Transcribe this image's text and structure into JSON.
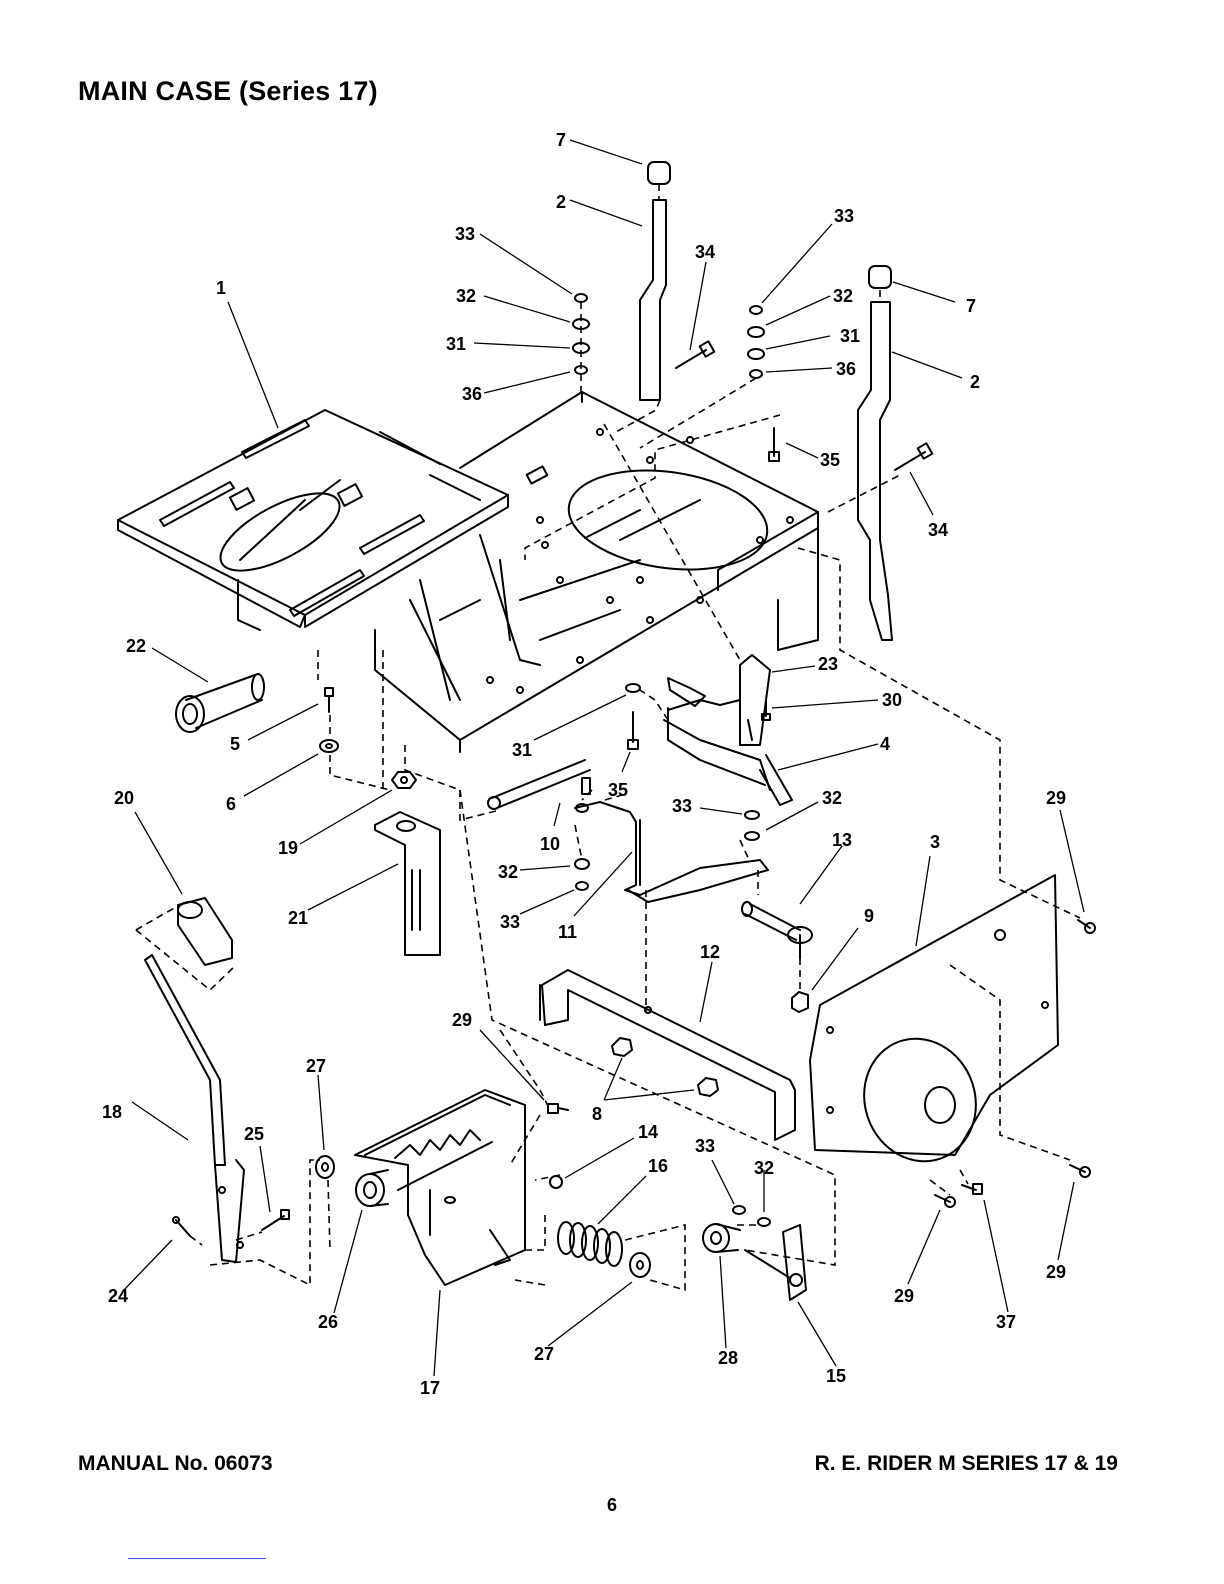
{
  "page": {
    "title": "MAIN CASE (Series 17)",
    "manual": "MANUAL No. 06073",
    "series": "R. E. RIDER M SERIES 17 & 19",
    "page_number": "6"
  },
  "callouts": {
    "c1": "1",
    "c2a": "2",
    "c2b": "2",
    "c3": "3",
    "c4": "4",
    "c5": "5",
    "c6": "6",
    "c7a": "7",
    "c7b": "7",
    "c8": "8",
    "c9": "9",
    "c10": "10",
    "c11": "11",
    "c12": "12",
    "c13": "13",
    "c14": "14",
    "c15": "15",
    "c16": "16",
    "c17": "17",
    "c18": "18",
    "c19": "19",
    "c20": "20",
    "c21": "21",
    "c22": "22",
    "c23": "23",
    "c24": "24",
    "c25": "25",
    "c26": "26",
    "c27a": "27",
    "c27b": "27",
    "c28": "28",
    "c29a": "29",
    "c29b": "29",
    "c29c": "29",
    "c29d": "29",
    "c30": "30",
    "c31a": "31",
    "c31b": "31",
    "c31c": "31",
    "c32a": "32",
    "c32b": "32",
    "c32c": "32",
    "c32d": "32",
    "c32e": "32",
    "c33a": "33",
    "c33b": "33",
    "c33c": "33",
    "c33d": "33",
    "c33e": "33",
    "c34a": "34",
    "c34b": "34",
    "c35a": "35",
    "c35b": "35",
    "c36a": "36",
    "c36b": "36",
    "c37": "37"
  }
}
